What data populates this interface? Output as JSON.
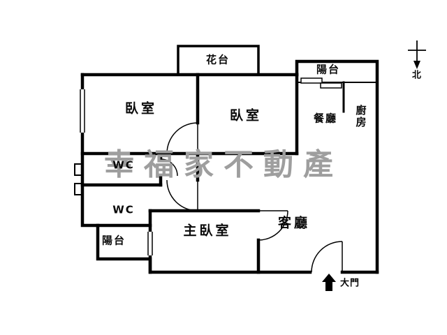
{
  "floorplan": {
    "watermark": "幸福家不動產",
    "compass_label": "北",
    "entrance_label": "大門",
    "rooms": {
      "flower_terrace": "花台",
      "balcony_top": "陽台",
      "bedroom_left": "臥室",
      "bedroom_middle": "臥室",
      "dining": "餐廳",
      "kitchen": "廚房",
      "wc_upper": "WC",
      "wc_lower": "WC",
      "balcony_bottom": "陽台",
      "master_bedroom": "主臥室",
      "living_room": "客廳"
    },
    "colors": {
      "wall": "#000000",
      "watermark": "#9e9e9e",
      "background": "#ffffff"
    }
  }
}
